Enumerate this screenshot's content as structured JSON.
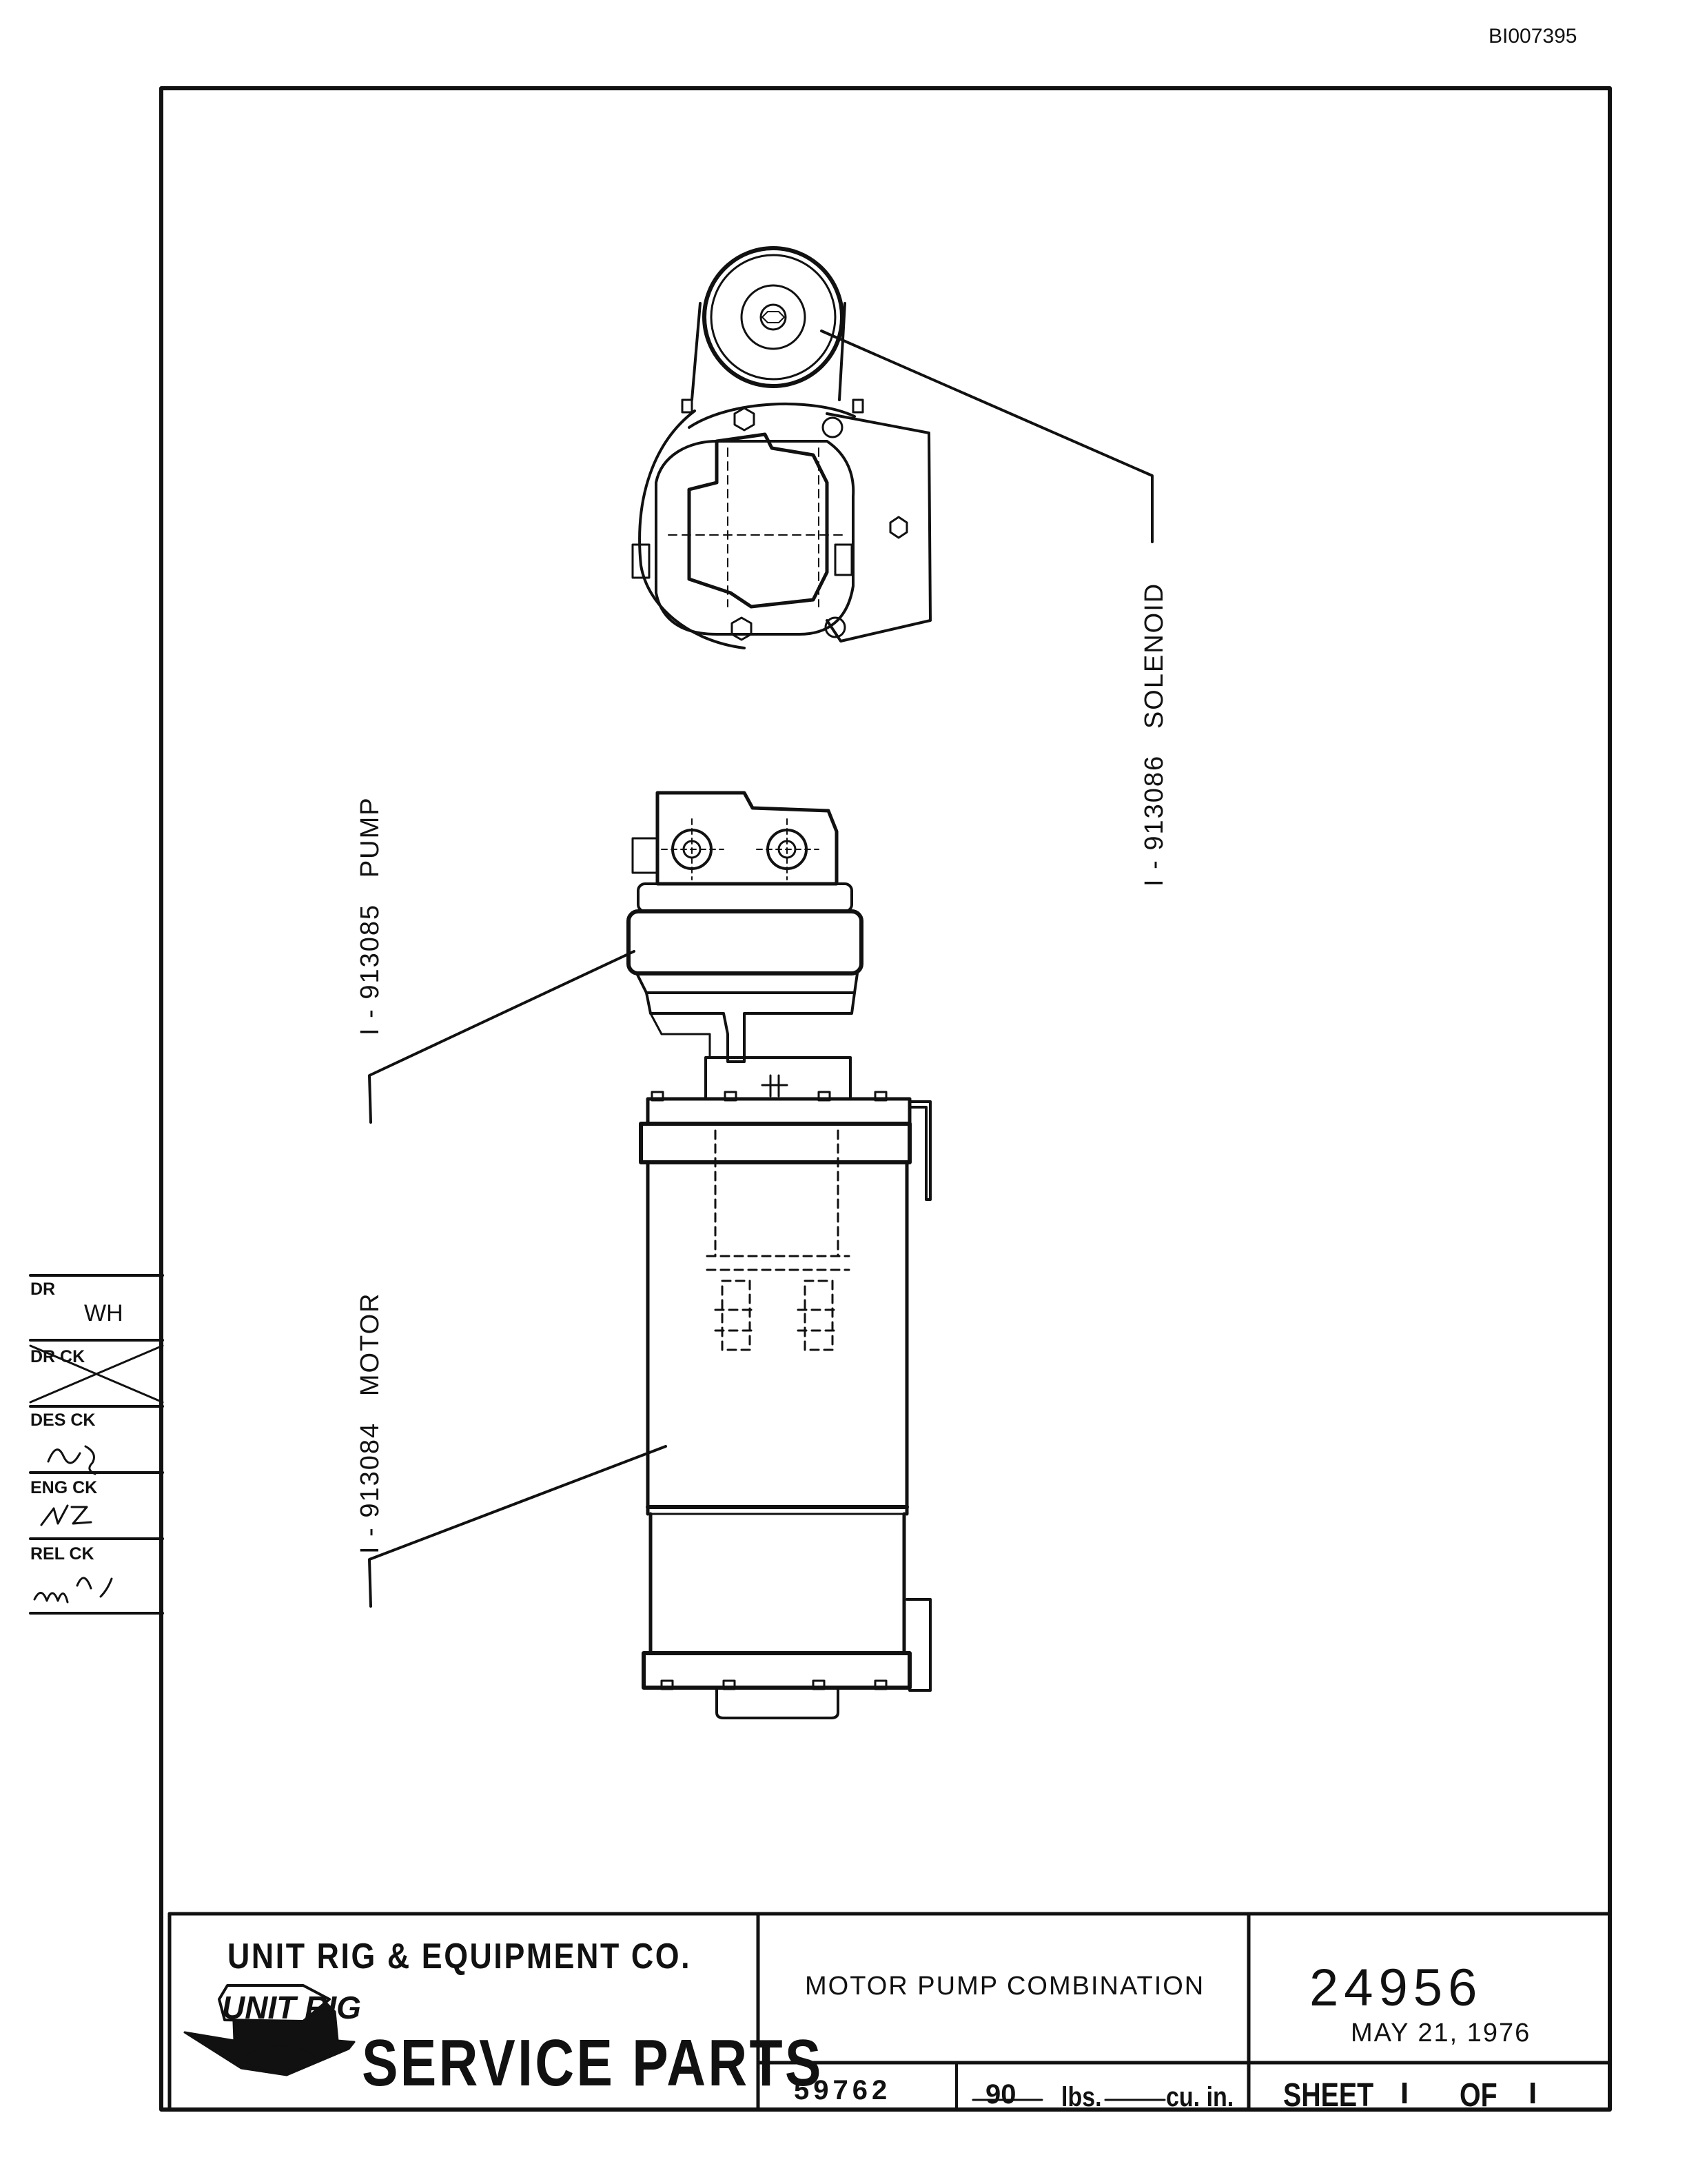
{
  "document_id": "BI007395",
  "callouts": [
    {
      "part_number": "I - 913085",
      "name": "PUMP"
    },
    {
      "part_number": "I - 913084",
      "name": "MOTOR"
    },
    {
      "part_number": "I - 913086",
      "name": "SOLENOID"
    }
  ],
  "title_block": {
    "company": "UNIT RIG & EQUIPMENT CO.",
    "logo_text": "UNIT RIG",
    "department": "SERVICE PARTS",
    "drawing_title": "MOTOR PUMP COMBINATION",
    "drawing_number": "24956",
    "date": "MAY 21, 1976",
    "part_number": "59762",
    "weight": "90",
    "weight_unit": "lbs.",
    "volume_unit": "cu. in.",
    "sheet_label": "SHEET",
    "sheet_number": "I",
    "of_label": "OF",
    "sheet_total": "I"
  },
  "check_block": [
    {
      "label": "DR",
      "initials": "WH"
    },
    {
      "label": "DR CK",
      "initials": ""
    },
    {
      "label": "DES CK",
      "initials": ""
    },
    {
      "label": "ENG CK",
      "initials": ""
    },
    {
      "label": "REL CK",
      "initials": ""
    }
  ]
}
